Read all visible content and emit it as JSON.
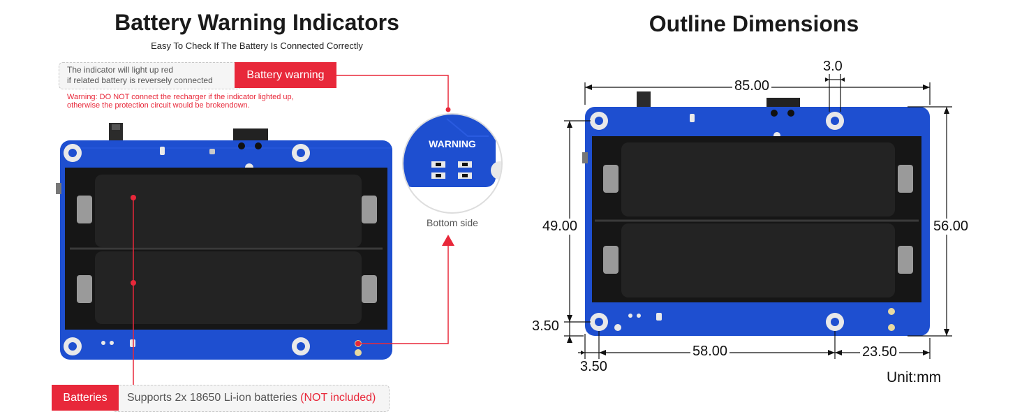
{
  "left_panel": {
    "title": "Battery Warning Indicators",
    "subtitle": "Easy To Check If The Battery Is Connected Correctly",
    "indicator_note": {
      "line1": "The indicator will light up red",
      "line2": "if related battery is reversely connected"
    },
    "battery_warning_tag": "Battery warning",
    "warning": {
      "line1": "Warning: DO NOT connect the recharger if the indicator lighted up,",
      "line2": "otherwise the protection circuit would be brokendown."
    },
    "zoom_label": "WARNING",
    "zoom_caption": "Bottom side",
    "batteries_tag": "Batteries",
    "batteries_desc": "Supports 2x 18650 Li-ion batteries ",
    "batteries_desc_highlight": "(NOT included)"
  },
  "right_panel": {
    "title": "Outline Dimensions",
    "dimensions": {
      "width_total": "85.00",
      "hole_offset_top": "3.0",
      "height_total": "56.00",
      "hole_span_vertical": "49.00",
      "hole_offset_bottom": "3.50",
      "hole_offset_left": "3.50",
      "hole_span_horizontal": "58.00",
      "hole_offset_right": "23.50"
    },
    "unit": "Unit:mm"
  },
  "colors": {
    "pcb_blue": "#1e4fd0",
    "accent_red": "#e8283a",
    "battery_black": "#1c1c1c"
  }
}
